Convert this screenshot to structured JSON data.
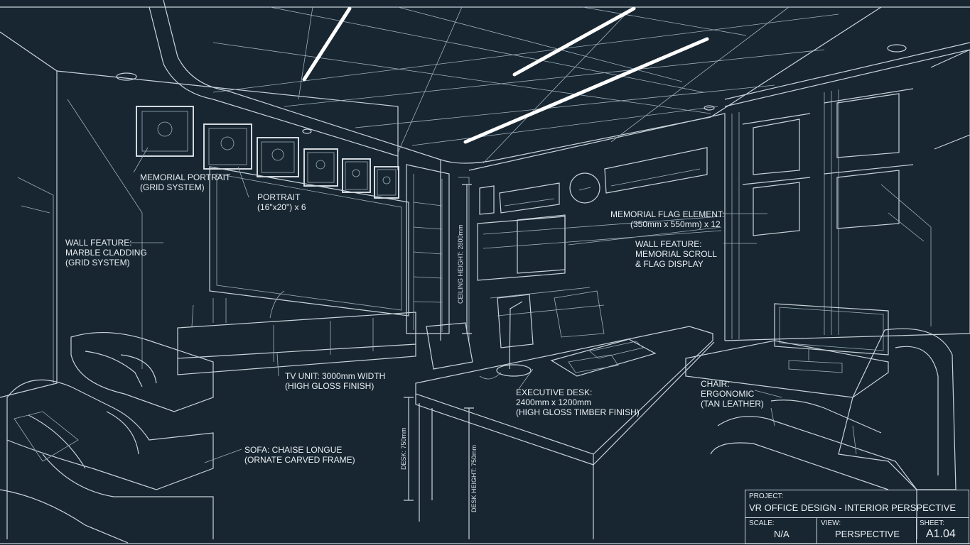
{
  "annotations": {
    "memorial_portrait": [
      "MEMORIAL PORTRAIT",
      "(GRID SYSTEM)"
    ],
    "portrait": [
      "PORTRAIT",
      "(16\"x20\") x 6"
    ],
    "wall_marble": [
      "WALL FEATURE:",
      "MARBLE CLADDING",
      "(GRID SYSTEM)"
    ],
    "tv_unit": [
      "TV UNIT: 3000mm WIDTH",
      "(HIGH GLOSS FINISH)"
    ],
    "sofa": [
      "SOFA: CHAISE LONGUE",
      "(ORNATE CARVED FRAME)"
    ],
    "executive_desk": [
      "EXECUTIVE DESK:",
      "2400mm x 1200mm",
      "(HIGH GLOSS TIMBER FINISH)"
    ],
    "chair": [
      "CHAIR:",
      "ERGONOMIC",
      "(TAN LEATHER)"
    ],
    "memorial_flag": [
      "MEMORIAL FLAG ELEMENT:",
      "(350mm x 550mm) x 12"
    ],
    "wall_scroll": [
      "WALL FEATURE:",
      "MEMORIAL SCROLL",
      "& FLAG DISPLAY"
    ]
  },
  "dimensions": {
    "ceiling_height": "CEILING HEIGHT: 2800mm",
    "desk": "DESK: 750mm",
    "desk_height": "DESK HEIGHT: 750mm"
  },
  "title_block": {
    "project_label": "PROJECT:",
    "project_value": "VR OFFICE DESIGN - INTERIOR PERSPECTIVE",
    "scale_label": "SCALE:",
    "scale_value": "N/A",
    "view_label": "VIEW:",
    "view_value": "PERSPECTIVE",
    "sheet_label": "SHEET:",
    "sheet_value": "A1.04"
  },
  "colors": {
    "background": "#172631",
    "line": "#c9d3da",
    "text": "#e9eef2"
  }
}
